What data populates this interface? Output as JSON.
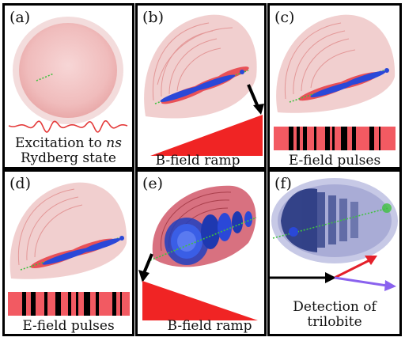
{
  "panels": [
    {
      "label": "(a)",
      "caption_line1_prefix": "Excitation to ",
      "caption_line1_italic": "ns",
      "caption_line2": "Rydberg state"
    },
    {
      "label": "(b)",
      "caption": "B-field ramp"
    },
    {
      "label": "(c)",
      "caption": "E-field pulses"
    },
    {
      "label": "(d)",
      "caption": "E-field pulses"
    },
    {
      "label": "(e)",
      "caption": "B-field ramp"
    },
    {
      "label": "(f)",
      "caption_line1": "Detection of",
      "caption_line2": "trilobite"
    }
  ],
  "colors": {
    "pink_cloud": "#f3c3c3",
    "red_lobes": "#e8323a",
    "blue_atoms": "#2a48d8",
    "green_axis": "#3fc23f",
    "ramp_red": "#f02424",
    "pulse_red": "#f25a62",
    "arrow_black": "#000000",
    "arrow_red": "#e4202a",
    "arrow_purple": "#8a62ee",
    "navy_cloud": "#1e2f7a"
  }
}
